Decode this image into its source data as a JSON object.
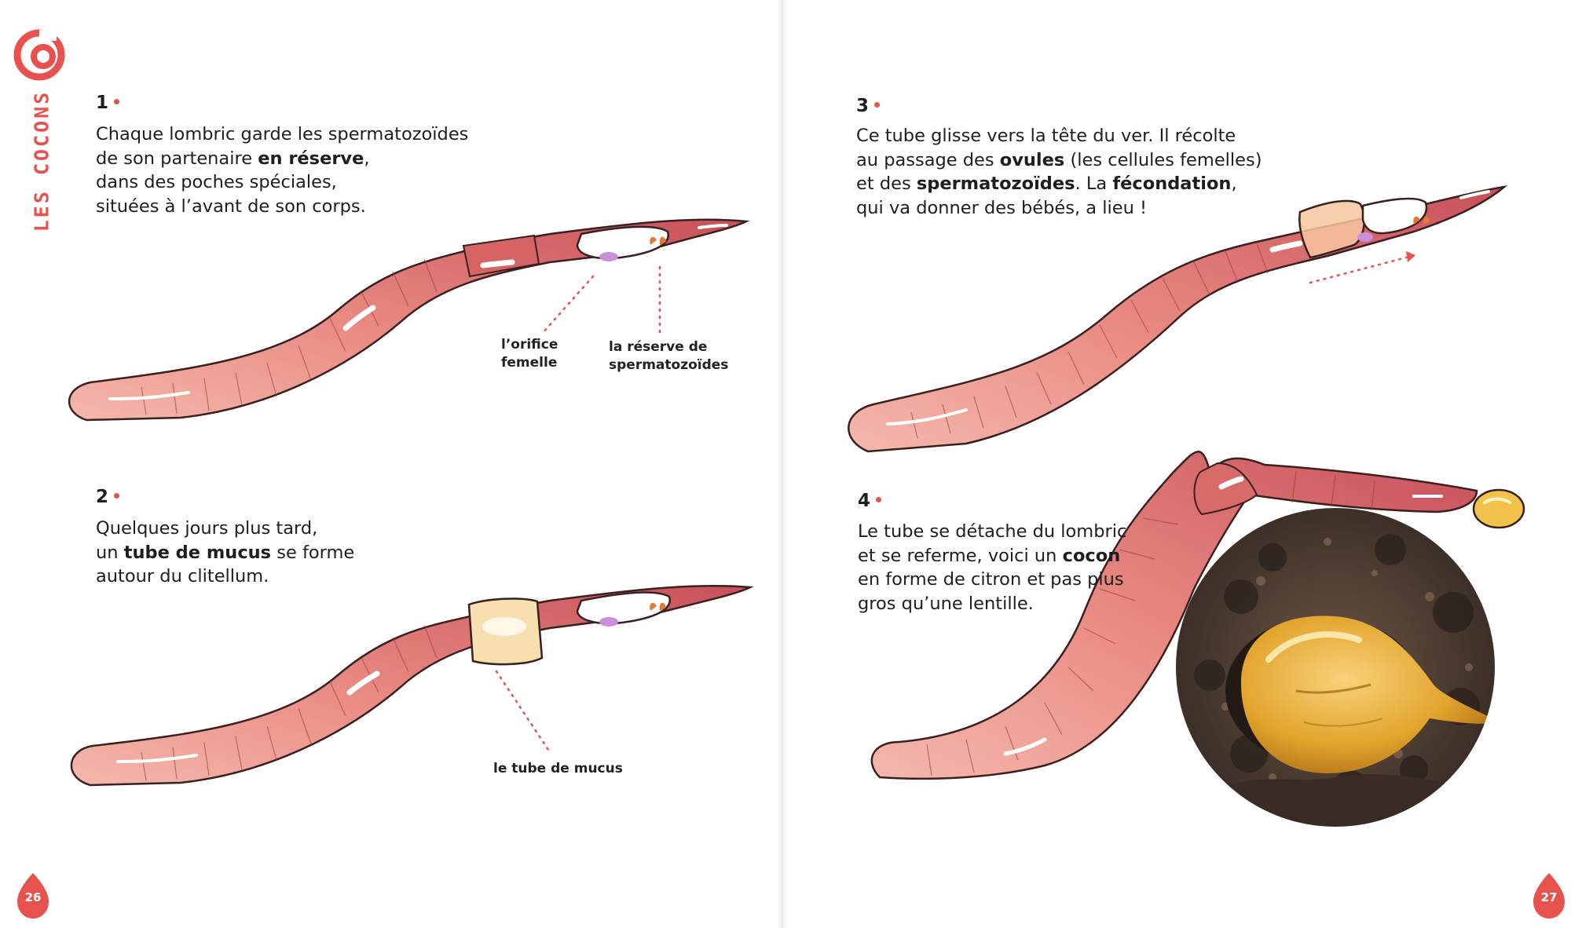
{
  "section": {
    "title": "LES COCONS"
  },
  "steps": [
    {
      "number": "1",
      "lines": [
        [
          {
            "t": "Chaque lombric garde les spermatozoïdes",
            "b": false
          }
        ],
        [
          {
            "t": "de son partenaire ",
            "b": false
          },
          {
            "t": "en réserve",
            "b": true
          },
          {
            "t": ",",
            "b": false
          }
        ],
        [
          {
            "t": "dans des poches spéciales,",
            "b": false
          }
        ],
        [
          {
            "t": "situées à l’avant de son corps.",
            "b": false
          }
        ]
      ],
      "labels": [
        {
          "lines": [
            "l’orifice",
            "femelle"
          ]
        },
        {
          "lines": [
            "la réserve de",
            "spermatozoïdes"
          ]
        }
      ]
    },
    {
      "number": "2",
      "lines": [
        [
          {
            "t": "Quelques jours plus tard,",
            "b": false
          }
        ],
        [
          {
            "t": "un ",
            "b": false
          },
          {
            "t": "tube de mucus",
            "b": true
          },
          {
            "t": " se forme",
            "b": false
          }
        ],
        [
          {
            "t": "autour du clitellum.",
            "b": false
          }
        ]
      ],
      "labels": [
        {
          "lines": [
            "le tube de mucus"
          ]
        }
      ]
    },
    {
      "number": "3",
      "lines": [
        [
          {
            "t": "Ce tube glisse vers la tête du ver. Il récolte",
            "b": false
          }
        ],
        [
          {
            "t": "au passage des ",
            "b": false
          },
          {
            "t": "ovules",
            "b": true
          },
          {
            "t": " (les cellules femelles)",
            "b": false
          }
        ],
        [
          {
            "t": "et des ",
            "b": false
          },
          {
            "t": "spermatozoïdes",
            "b": true
          },
          {
            "t": ". La ",
            "b": false
          },
          {
            "t": "fécondation",
            "b": true
          },
          {
            "t": ",",
            "b": false
          }
        ],
        [
          {
            "t": "qui va donner des bébés, a lieu !",
            "b": false
          }
        ]
      ],
      "labels": []
    },
    {
      "number": "4",
      "lines": [
        [
          {
            "t": "Le tube se détache du lombric",
            "b": false
          }
        ],
        [
          {
            "t": "et se referme, voici un ",
            "b": false
          },
          {
            "t": "cocon",
            "b": true
          }
        ],
        [
          {
            "t": "en forme de citron et pas plus",
            "b": false
          }
        ],
        [
          {
            "t": "gros qu’une lentille.",
            "b": false
          }
        ]
      ],
      "labels": []
    }
  ],
  "pages": {
    "left": "26",
    "right": "27"
  },
  "colors": {
    "accent": "#e8524e",
    "worm_dark": "#c95a5a",
    "worm_light": "#f2b0a6",
    "mucus": "#f7dfb0",
    "cocoon": "#e2a42c",
    "soil": "#4a3a32"
  }
}
